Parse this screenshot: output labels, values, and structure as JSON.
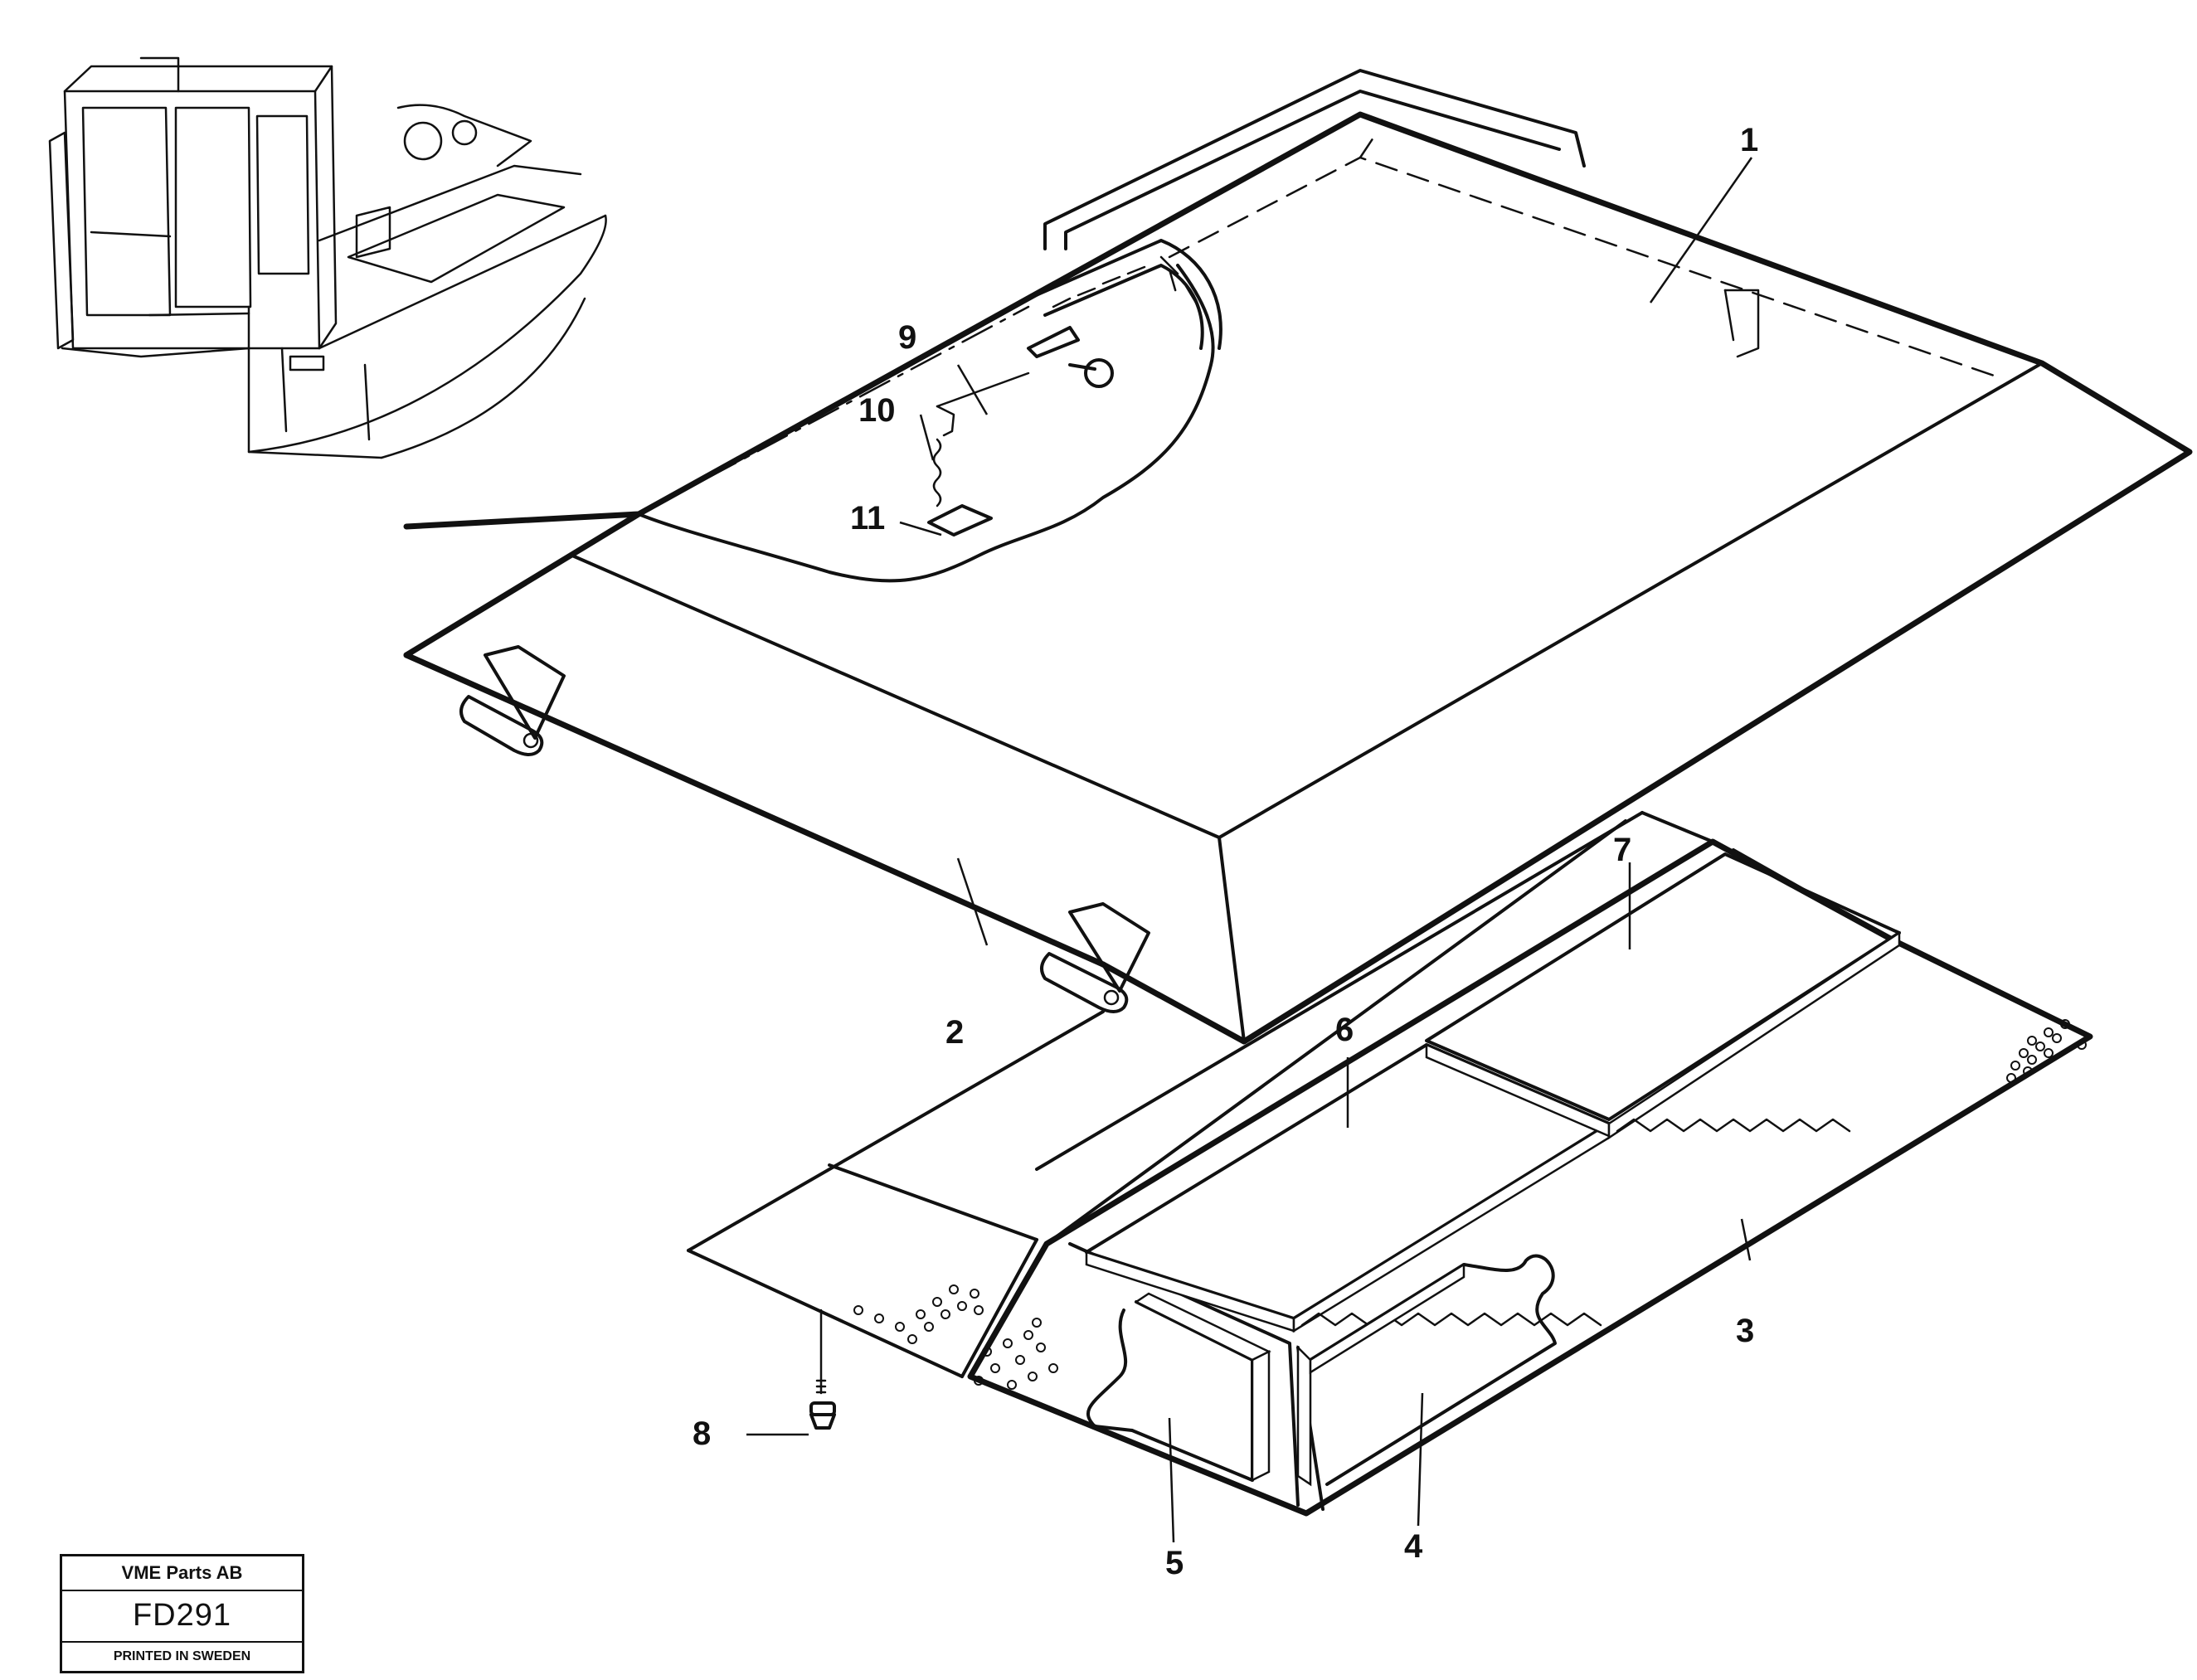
{
  "diagram": {
    "callouts": {
      "c1": "1",
      "c2": "2",
      "c3": "3",
      "c4": "4",
      "c5": "5",
      "c6": "6",
      "c7": "7",
      "c8": "8",
      "c9": "9",
      "c10": "10",
      "c11": "11"
    }
  },
  "title_block": {
    "company": "VME Parts AB",
    "drawing_code": "FD291",
    "printed": "PRINTED IN SWEDEN"
  }
}
